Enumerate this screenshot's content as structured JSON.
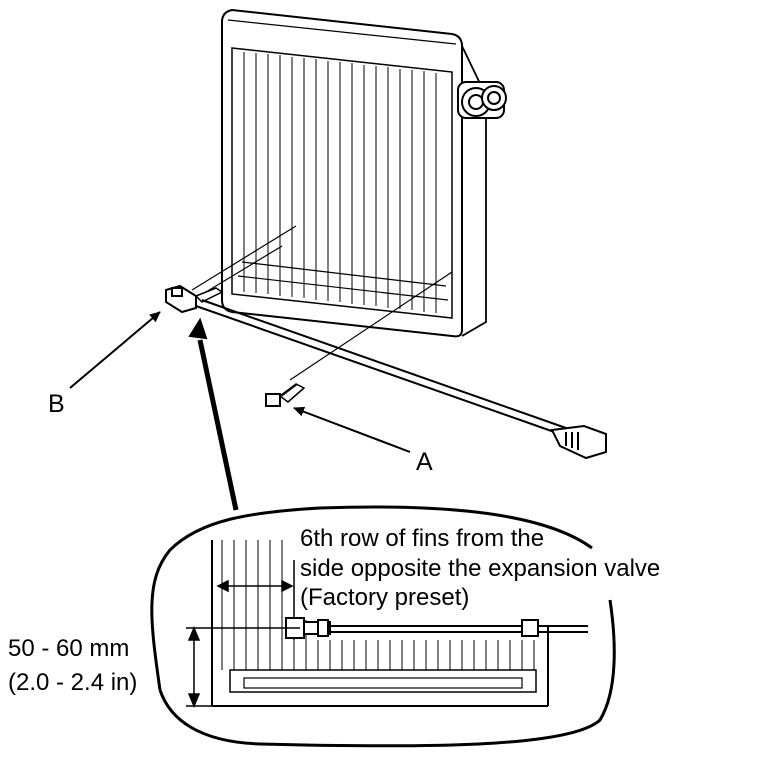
{
  "callouts": {
    "a": "A",
    "b": "B"
  },
  "detail": {
    "note_line1": "6th row of fins from the",
    "note_line2": "side opposite the expansion valve",
    "note_line3": "(Factory preset)",
    "dimension_line1": "50 - 60 mm",
    "dimension_line2": "(2.0 - 2.4 in)"
  },
  "colors": {
    "line": "#000000",
    "background": "#ffffff"
  }
}
